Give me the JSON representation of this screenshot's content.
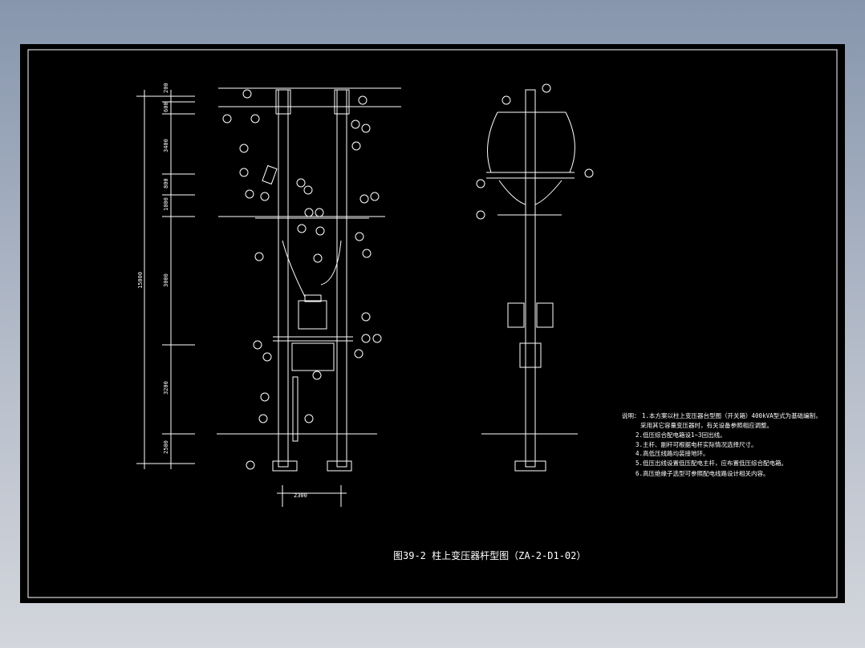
{
  "drawing": {
    "title": "图39-2 柱上变压器杆型图（ZA-2-D1-02）",
    "dimensions": {
      "vertical": [
        "200",
        "600",
        "3400",
        "800",
        "1000",
        "3000",
        "3200",
        "2500"
      ],
      "total_height": "15000",
      "base_width": "2300"
    },
    "notes": {
      "heading": "说明：",
      "items": [
        "1.本方案以柱上变压器台型图（开关箱）400kVA型式为基础编制，",
        "采用其它容量变压器时，有关设备参照相应调整。",
        "2.低压综合配电箱设1~3回出线。",
        "3.主杆、副杆可根据电杆实际情况选择尺寸。",
        "4.高低压线路均装接地环。",
        "5.低压出线设置低压配电主杆，应布置低压综合配电箱。",
        "6.高压绝缘子选型可参照配电线路设计相关内容。"
      ]
    },
    "colors": {
      "background": "#000000",
      "lines": "#ffffff"
    }
  }
}
